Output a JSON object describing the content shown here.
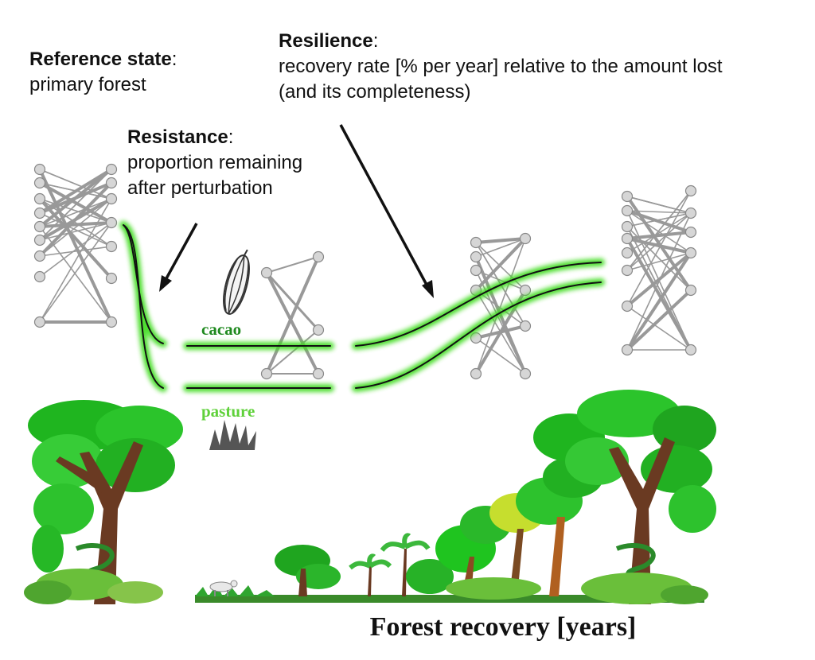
{
  "reference": {
    "title": "Reference state",
    "text": "primary forest"
  },
  "resistance": {
    "title": "Resistance",
    "line1": "proportion remaining",
    "line2": "after perturbation"
  },
  "resilience": {
    "title": "Resilience",
    "line1": "recovery rate [% per year] relative to the amount lost",
    "line2": "(and its completeness)"
  },
  "labels": {
    "cacao": "cacao",
    "pasture": "pasture",
    "axis": "Forest recovery [years]"
  },
  "colors": {
    "cacao_label": "#1f8a1f",
    "pasture_label": "#5fd13a",
    "curve_glow": "#3ddc1a",
    "network": "#999999",
    "node_fill": "#d6d6d6"
  }
}
